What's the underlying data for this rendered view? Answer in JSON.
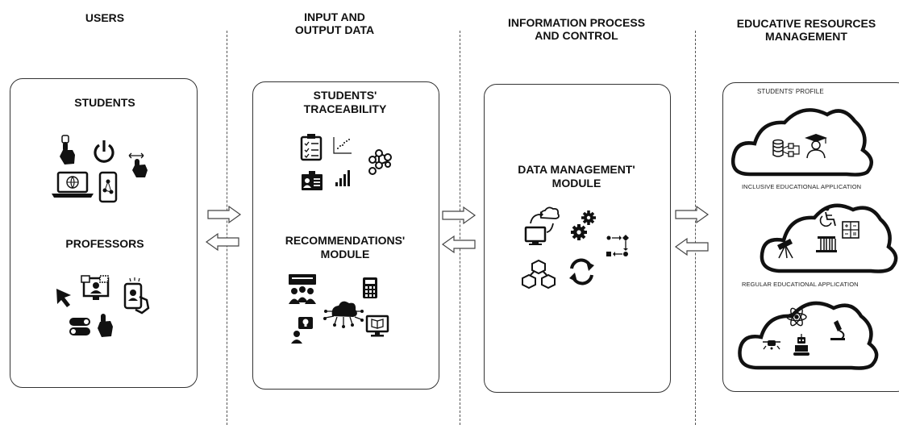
{
  "columns": {
    "users": "USERS",
    "io_line1": "INPUT AND",
    "io_line2": "OUTPUT DATA",
    "ipc_line1": "INFORMATION PROCESS",
    "ipc_line2": "AND CONTROL",
    "erm_line1": "EDUCATIVE RESOURCES",
    "erm_line2": "MANAGEMENT"
  },
  "users_box": {
    "students": "STUDENTS",
    "professors": "PROFESSORS"
  },
  "io_box": {
    "trace_line1": "STUDENTS'",
    "trace_line2": "TRACEABILITY",
    "rec_line1": "RECOMMENDATIONS'",
    "rec_line2": "MODULE"
  },
  "ipc_box": {
    "dm_line1": "DATA MANAGEMENT'",
    "dm_line2": "MODULE"
  },
  "erm_box": {
    "profile": "STUDENTS' PROFILE",
    "inclusive": "INCLUSIVE EDUCATIONAL APPLICATION",
    "regular": "REGULAR EDUCATIONAL APPLICATION"
  }
}
